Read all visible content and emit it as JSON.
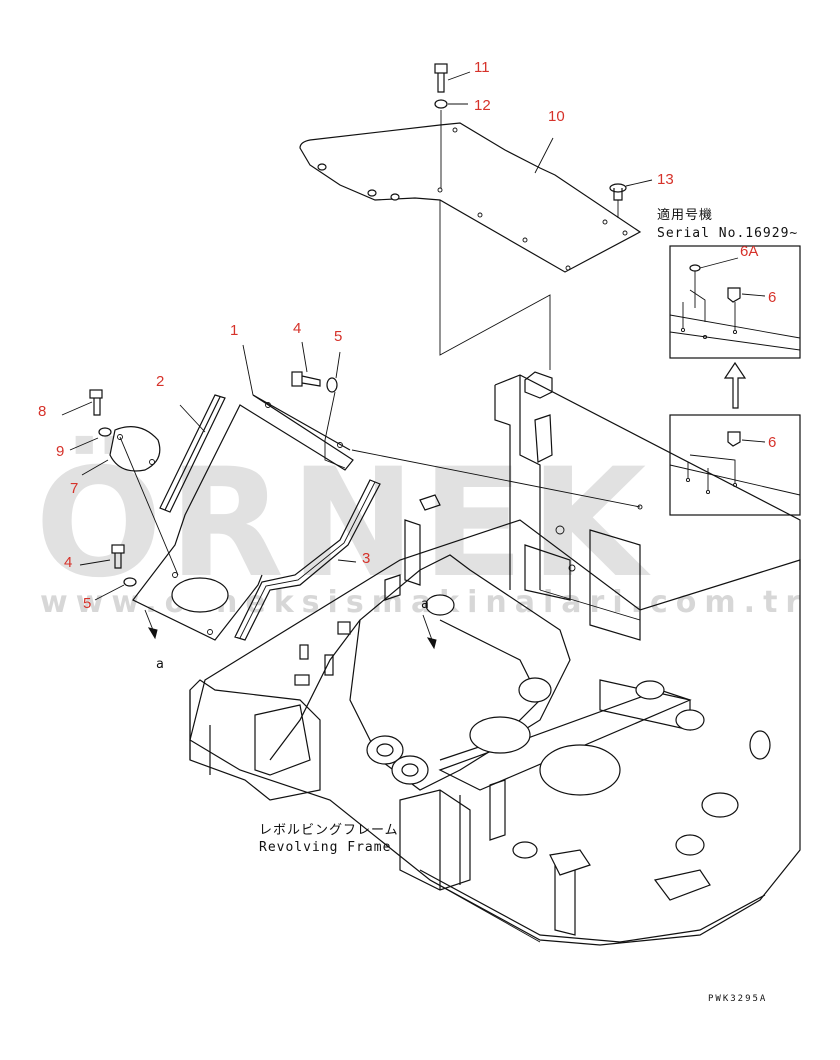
{
  "diagram": {
    "callouts": [
      "1",
      "2",
      "3",
      "4",
      "4",
      "5",
      "5",
      "6",
      "6",
      "6A",
      "7",
      "8",
      "9",
      "10",
      "11",
      "12",
      "13"
    ],
    "view_markers": [
      "a",
      "a"
    ],
    "applicability": {
      "jp": "適用号機",
      "serial": "Serial No.16929~"
    },
    "frame_label": {
      "jp": "レボルビングフレーム",
      "en": "Revolving Frame"
    },
    "drawing_code": "PWK3295A"
  },
  "watermark": {
    "brand": "ÖRNEK",
    "url": "www.orneksismakinalari.com.tr"
  }
}
